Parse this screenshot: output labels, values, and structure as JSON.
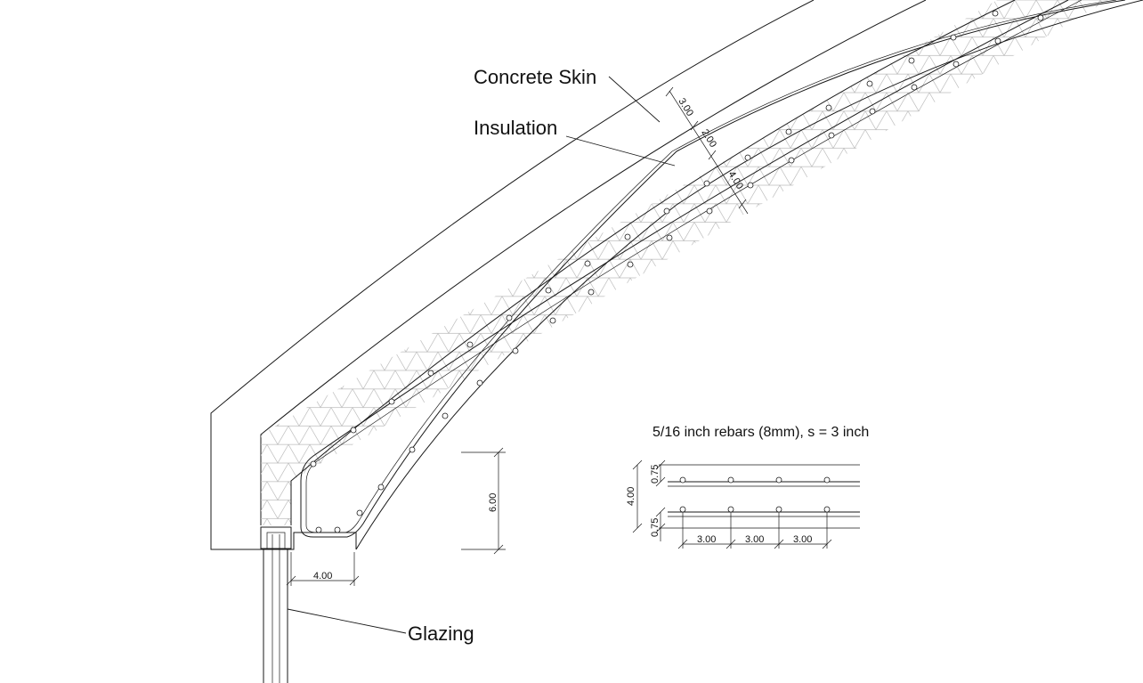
{
  "labels": {
    "concrete_skin": "Concrete Skin",
    "insulation": "Insulation",
    "glazing": "Glazing",
    "rebar_note": "5/16 inch rebars (8mm), s = 3 inch"
  },
  "dimensions": {
    "skin_thickness": "3.00",
    "insulation_thickness": "2.00",
    "slab_thickness": "4.00",
    "edge_height": "6.00",
    "edge_width": "4.00",
    "detail_depth": "4.00",
    "detail_cover_top": "0.75",
    "detail_cover_bottom": "0.75",
    "spacing_1": "3.00",
    "spacing_2": "3.00",
    "spacing_3": "3.00"
  }
}
